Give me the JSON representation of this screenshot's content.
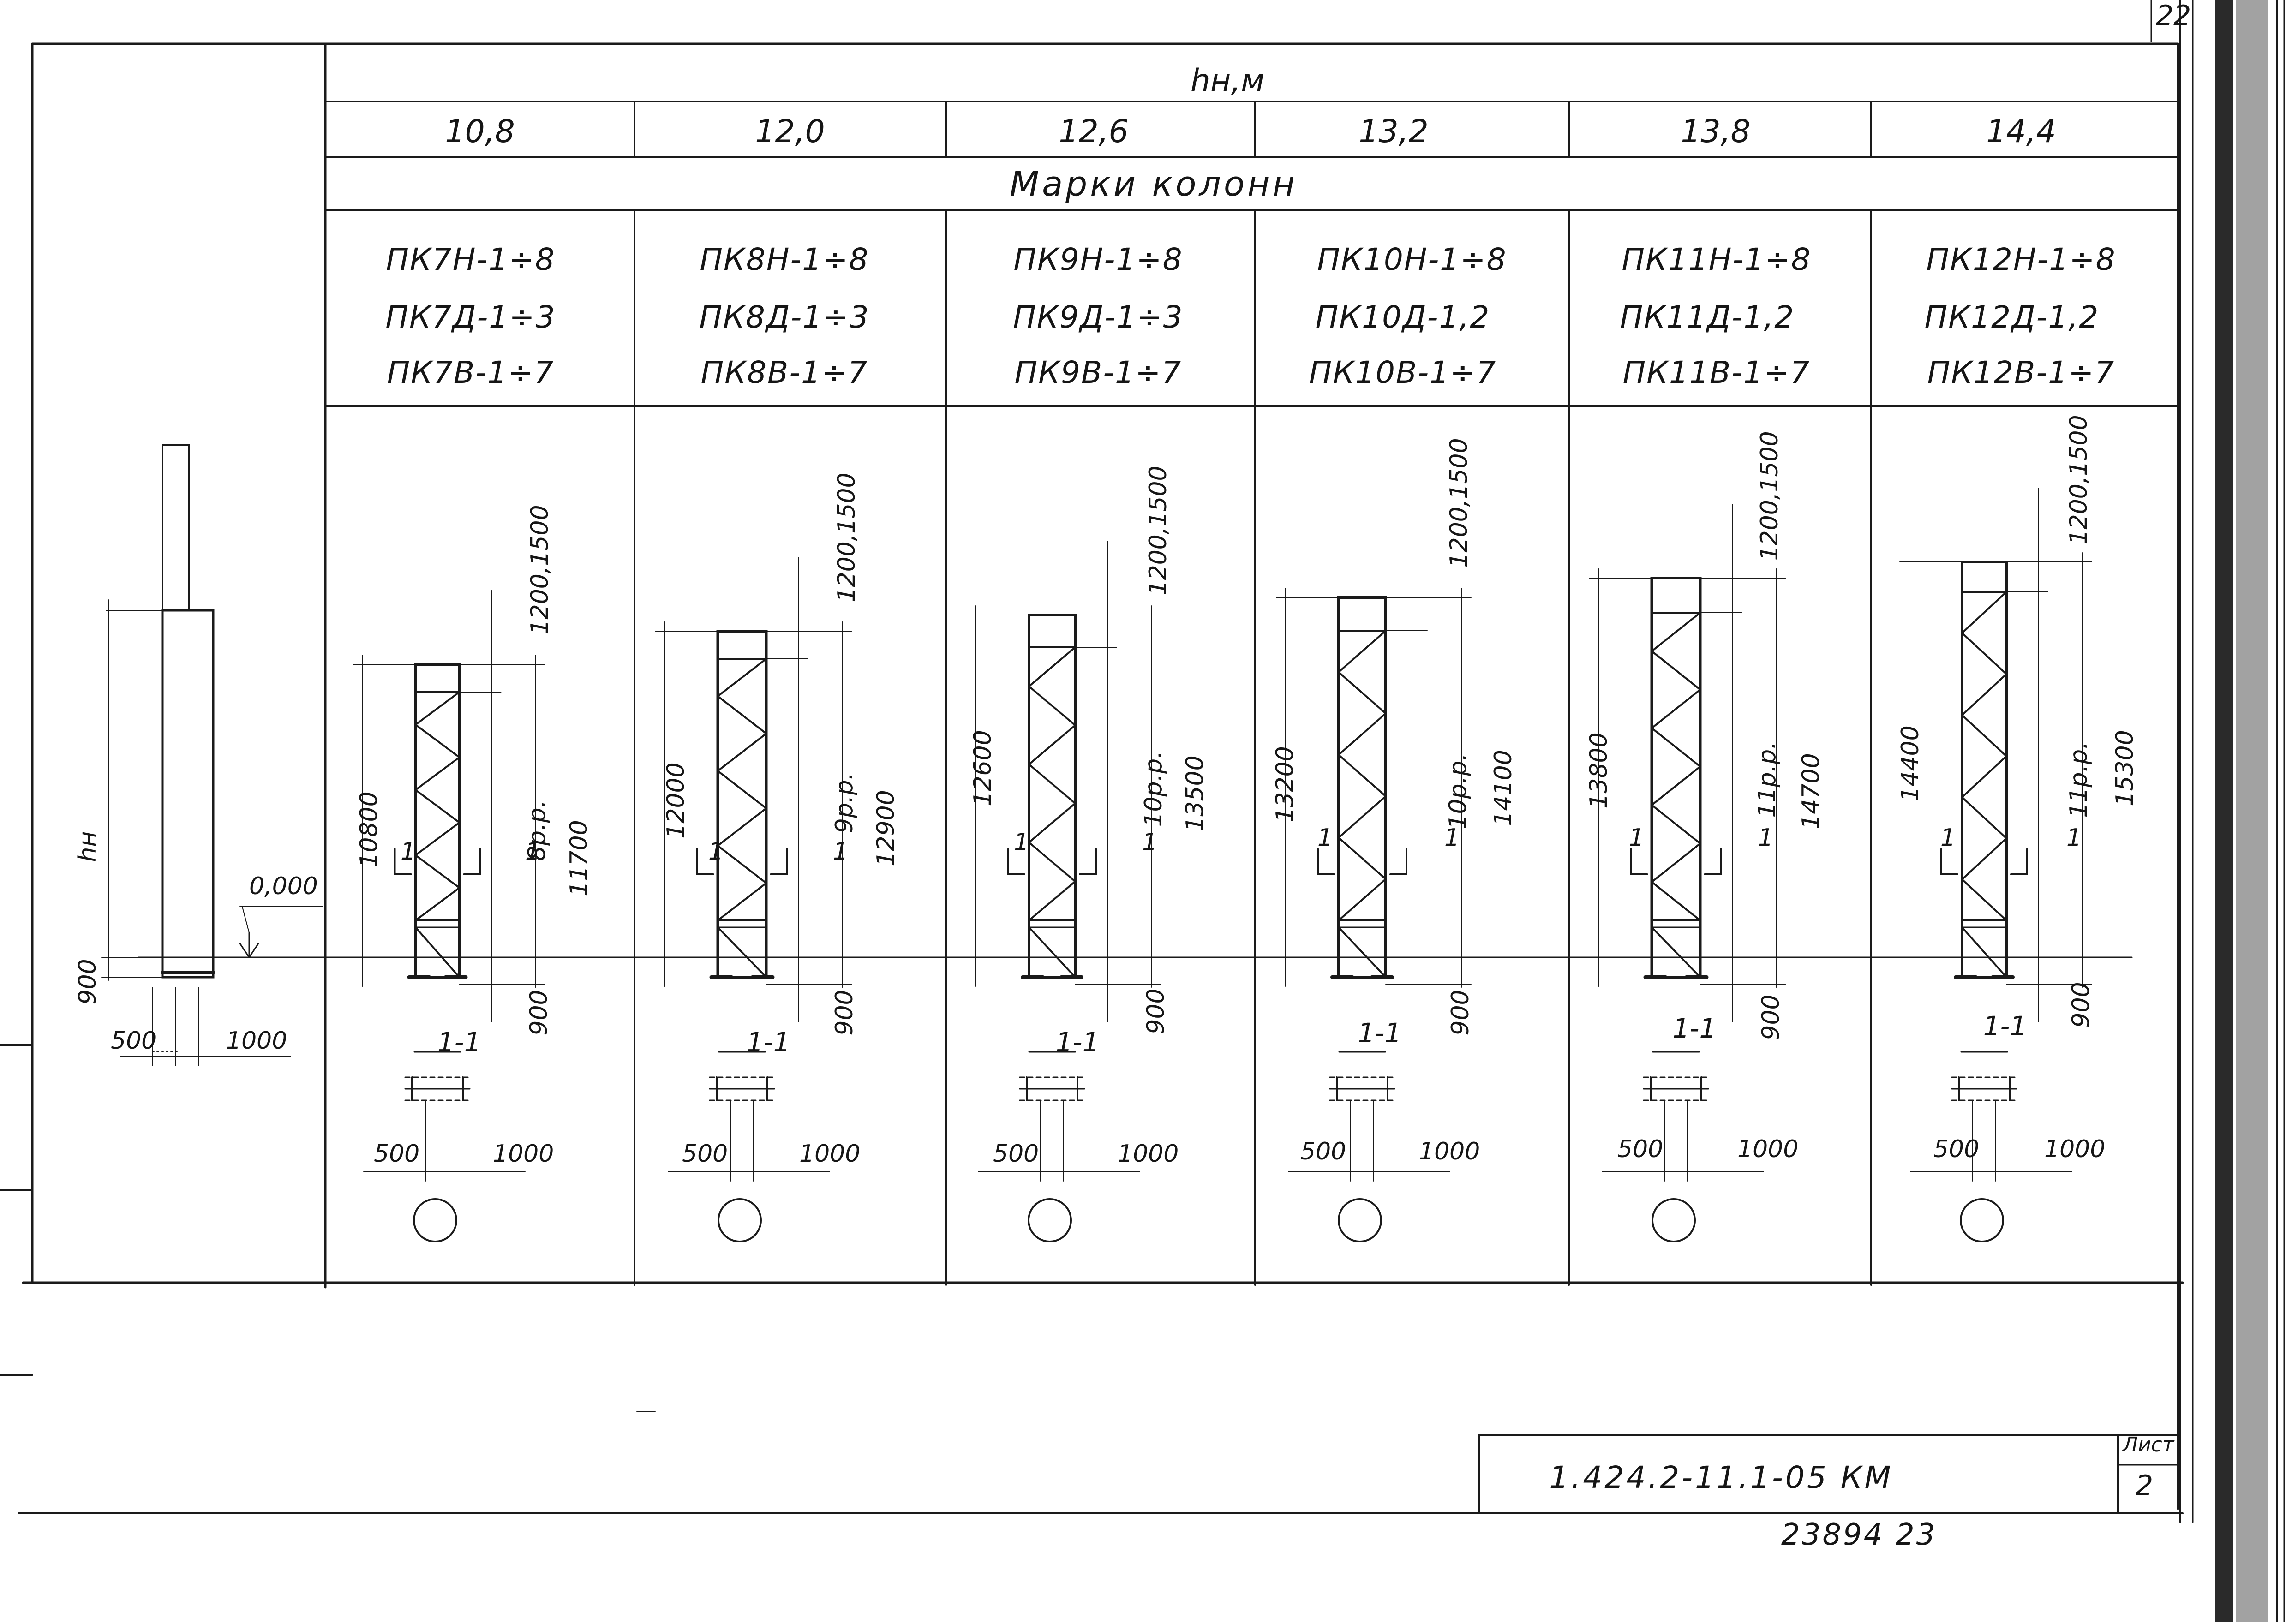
{
  "corner_sheet_number": "22",
  "header": {
    "hn_label": "hн,м",
    "heights": [
      "10,8",
      "12,0",
      "12,6",
      "13,2",
      "13,8",
      "14,4"
    ],
    "marks_label": "Марки колонн"
  },
  "columns": [
    {
      "marks": [
        "ПК7Н-1÷8",
        "ПК7Д-1÷3",
        "ПК7В-1÷7"
      ],
      "total_height": "10800",
      "upper": "1200,1500",
      "panels": "8р.р.",
      "overall": "11700",
      "base": "900",
      "section": "1-1",
      "section_mark": "1",
      "w1": "500",
      "w2": "1000"
    },
    {
      "marks": [
        "ПК8Н-1÷8",
        "ПК8Д-1÷3",
        "ПК8В-1÷7"
      ],
      "total_height": "12000",
      "upper": "1200,1500",
      "panels": "9р.р.",
      "overall": "12900",
      "base": "900",
      "section": "1-1",
      "section_mark": "1",
      "w1": "500",
      "w2": "1000"
    },
    {
      "marks": [
        "ПК9Н-1÷8",
        "ПК9Д-1÷3",
        "ПК9В-1÷7"
      ],
      "total_height": "12600",
      "upper": "1200,1500",
      "panels": "10р.р.",
      "overall": "13500",
      "base": "900",
      "section": "1-1",
      "section_mark": "1",
      "w1": "500",
      "w2": "1000"
    },
    {
      "marks": [
        "ПК10Н-1÷8",
        "ПК10Д-1,2",
        "ПК10В-1÷7"
      ],
      "total_height": "13200",
      "upper": "1200,1500",
      "panels": "10р.р.",
      "overall": "14100",
      "base": "900",
      "section": "1-1",
      "section_mark": "1",
      "w1": "500",
      "w2": "1000"
    },
    {
      "marks": [
        "ПК11Н-1÷8",
        "ПК11Д-1,2",
        "ПК11В-1÷7"
      ],
      "total_height": "13800",
      "upper": "1200,1500",
      "panels": "11р.р.",
      "overall": "14700",
      "base": "900",
      "section": "1-1",
      "section_mark": "1",
      "w1": "500",
      "w2": "1000"
    },
    {
      "marks": [
        "ПК12Н-1÷8",
        "ПК12Д-1,2",
        "ПК12В-1÷7"
      ],
      "total_height": "14400",
      "upper": "1200,1500",
      "panels": "11р.р.",
      "overall": "15300",
      "base": "900",
      "section": "1-1",
      "section_mark": "1",
      "w1": "500",
      "w2": "1000"
    }
  ],
  "left_scheme": {
    "hn": "hн",
    "level": "0,000",
    "base": "900",
    "w1": "500",
    "w2": "1000"
  },
  "title_block": {
    "code": "1.424.2-11.1-05 КМ",
    "sheet_label": "Лист",
    "sheet_number": "2"
  },
  "footer_stamp": "23894   23"
}
